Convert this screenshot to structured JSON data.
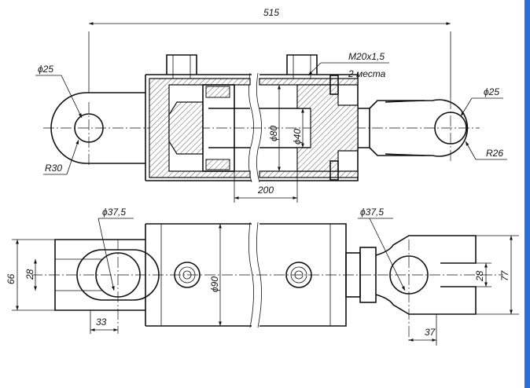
{
  "dimensions": {
    "overall_length": "515",
    "pin_hole_left": "ϕ25",
    "pin_hole_right": "ϕ25",
    "radius_left": "R30",
    "radius_right": "R26",
    "port_thread": "M20x1,5",
    "port_count": "2 места",
    "bore": "ϕ80",
    "rod": "ϕ40",
    "stroke": "200",
    "lug_dia_left": "ϕ37,5",
    "lug_dia_right": "ϕ37,5",
    "width_left": "66",
    "slot_left": "28",
    "body_dia": "ϕ90",
    "slot_right": "28",
    "width_right": "77",
    "offset_left": "33",
    "offset_right": "37"
  },
  "colors": {
    "line": "#111111",
    "edge": "#2b6fd6"
  }
}
